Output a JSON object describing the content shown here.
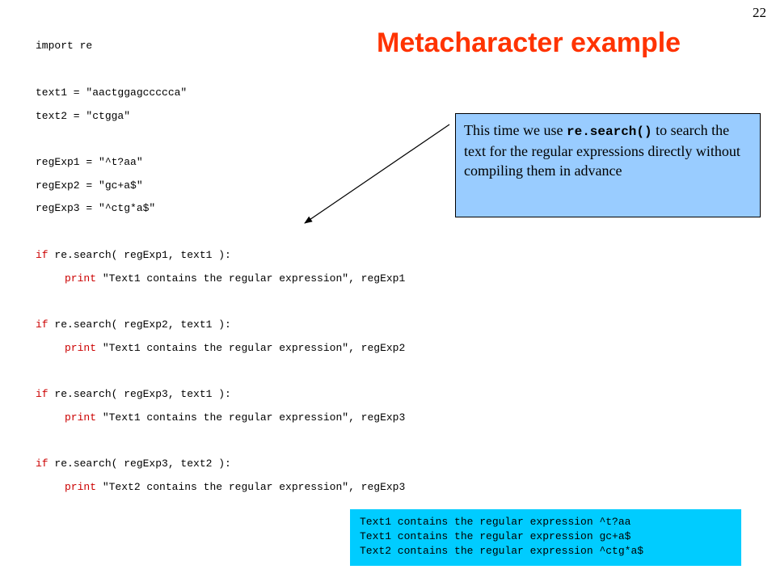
{
  "slide": {
    "page_number": "22",
    "title": "Metacharacter example"
  },
  "code": {
    "line1": "import re",
    "line2": "text1 = \"aactggagccccca\"",
    "line3": "text2 = \"ctgga\"",
    "line4": "regExp1 = \"^t?aa\"",
    "line5": "regExp2 = \"gc+a$\"",
    "line6": "regExp3 = \"^ctg*a$\"",
    "if_keyword": "if",
    "print_keyword": "print",
    "if1_rest": " re.search( regExp1, text1 ):",
    "print1_rest": " \"Text1 contains the regular expression\", regExp1",
    "if2_rest": " re.search( regExp2, text1 ):",
    "print2_rest": " \"Text1 contains the regular expression\", regExp2",
    "if3_rest": " re.search( regExp3, text1 ):",
    "print3_rest": " \"Text1 contains the regular expression\", regExp3",
    "if4_rest": " re.search( regExp3, text2 ):",
    "print4_rest": " \"Text2 contains the regular expression\", regExp3"
  },
  "callout": {
    "part1": "This time we use ",
    "code": "re.search()",
    "part2": " to search the text for the regular expressions directly without compiling them in advance"
  },
  "output": {
    "lines": [
      "Text1 contains the regular expression ^t?aa",
      "Text1 contains the regular expression gc+a$",
      "Text2 contains the regular expression ^ctg*a$"
    ]
  },
  "colors": {
    "title": "#ff3300",
    "keyword": "#cc0000",
    "callout_bg": "#99ccff",
    "output_bg": "#00ccff"
  }
}
